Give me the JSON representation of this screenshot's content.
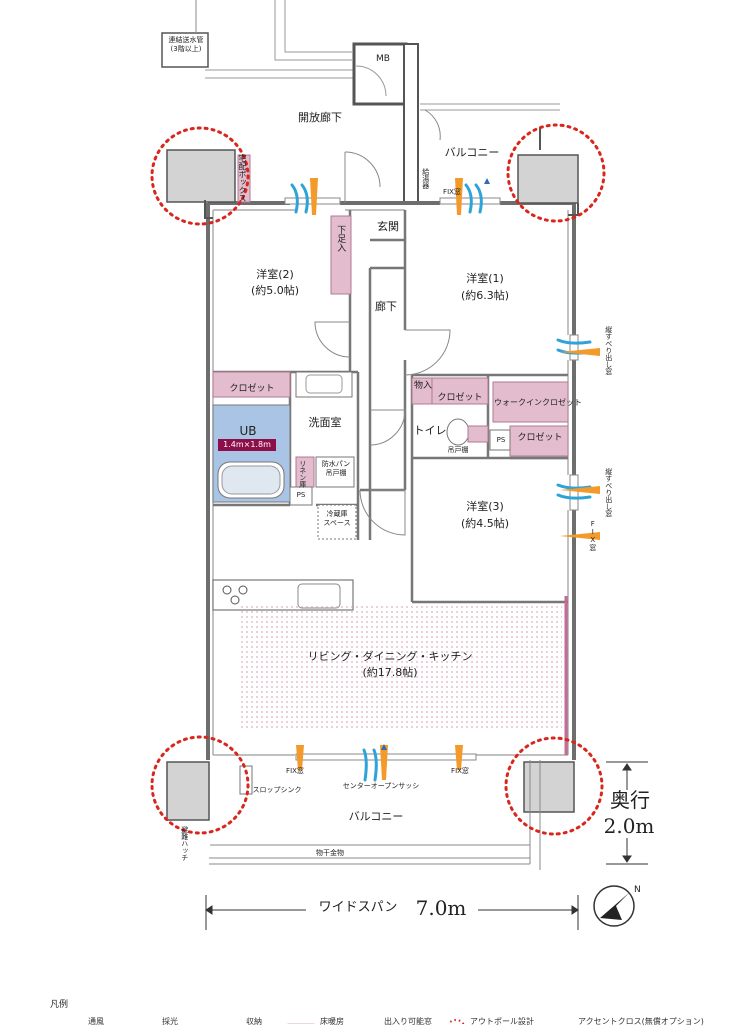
{
  "pipe_label": "連結送水管\n(3階以上)",
  "mb": "MB",
  "corridor": "開放廊下",
  "delivery_box": "宅配ボックス",
  "balcony_top": "バルコニー",
  "fix_window": "FIX窓",
  "vent_tank": "給湯器",
  "entrance": "玄関",
  "shoe_storage": "下足入",
  "hallway": "廊下",
  "room2": {
    "name": "洋室(2)",
    "size": "(約5.0帖)"
  },
  "room1": {
    "name": "洋室(1)",
    "size": "(約6.3帖)"
  },
  "room3": {
    "name": "洋室(3)",
    "size": "(約4.5帖)"
  },
  "closet": "クロゼット",
  "walkin": "ウォークインクロゼット",
  "storage_short": "物入",
  "ub": "UB",
  "ub_size": "1.4m×1.8m",
  "washroom": "洗面室",
  "linen": "リネン庫",
  "waterproof_pan": "防水パン\n吊戸棚",
  "ps": "PS",
  "toilet": "トイレ",
  "wall_cabinet": "吊戸棚",
  "fridge": "冷蔵庫\nスペース",
  "ldk": {
    "name": "リビング・ダイニング・キッチン",
    "size": "(約17.8帖)"
  },
  "slop_sink": "スロップシンク",
  "center_sash": "センターオープンサッシ",
  "balcony_bottom": "バルコニー",
  "clothes_pole": "物干金物",
  "vert_window": "縦すべり出し窓",
  "fix_window_v": "FIX窓",
  "emergency": "避難ハッチ",
  "depth_label": "奥行",
  "depth_value": "2.0m",
  "span_label": "ワイドスパン",
  "span_value": "7.0m",
  "legend_title": "凡例",
  "legend": {
    "wind": "通風",
    "light": "採光",
    "storage": "収納",
    "floorheat": "床暖房",
    "entry": "出入り可能窓",
    "outpole": "アウトポール設計",
    "accent": "アクセントクロス(無償オプション)"
  },
  "colors": {
    "storage": "#e3bccd",
    "ub": "#a9c4e4",
    "wind": "#2ea3d9",
    "light": "#f39a2b",
    "outpole": "#d9261c",
    "accent": "#c66b95",
    "floorheat": "#e8b7cb",
    "wall": "#777777"
  }
}
